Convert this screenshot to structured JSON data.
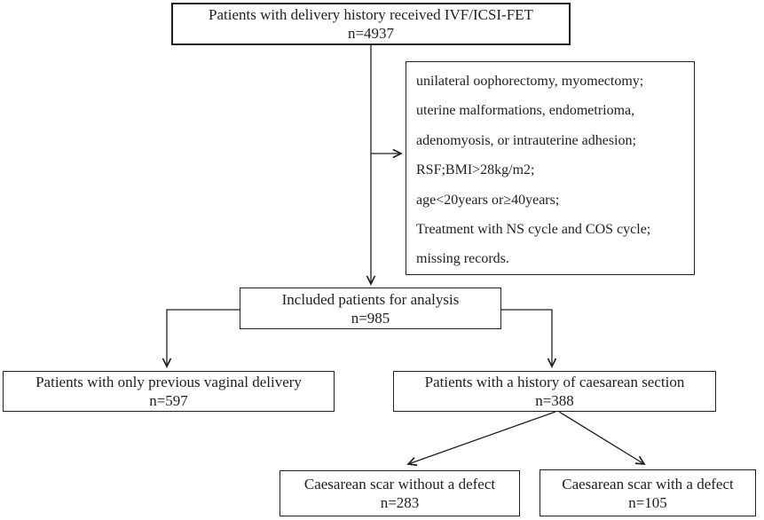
{
  "flowchart": {
    "colors": {
      "line": "#1f1f1f",
      "background": "#ffffff",
      "text": "#1f1f1f"
    },
    "nodes": {
      "top": {
        "label": "Patients with delivery history received IVF/ICSI-FET",
        "count": "n=4937"
      },
      "exclusion": {
        "lines": [
          "unilateral oophorectomy, myomectomy;",
          "uterine malformations, endometrioma,",
          "adenomyosis, or intrauterine adhesion;",
          "RSF;BMI>28kg/m2;",
          "age<20years or≥40years;",
          "Treatment with NS cycle and COS cycle;",
          "missing records."
        ]
      },
      "included": {
        "label": "Included patients for analysis",
        "count": "n=985"
      },
      "vaginal": {
        "label": "Patients with only previous vaginal delivery",
        "count": "n=597"
      },
      "caesarean": {
        "label": "Patients with a history of caesarean section",
        "count": "n=388"
      },
      "scar_without_defect": {
        "label": "Caesarean scar without a defect",
        "count": "n=283"
      },
      "scar_with_defect": {
        "label": "Caesarean scar with a defect",
        "count": "n=105"
      }
    }
  }
}
